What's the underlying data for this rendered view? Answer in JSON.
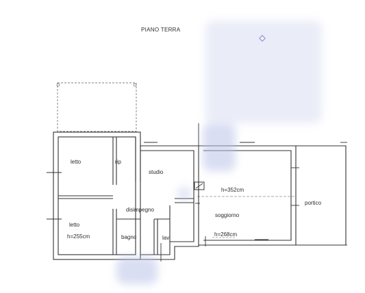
{
  "title": "PIANO  TERRA",
  "rooms": {
    "letto_top": "letto",
    "rip": "rip",
    "studio": "studio",
    "disimpegno": "disimpegno",
    "letto_bottom": "letto",
    "height_letto": "h=255cm",
    "bagno": "bagno",
    "lav": "lav",
    "soggiorno": "soggiorno",
    "height_soggiorno_top": "h=352cm",
    "height_soggiorno_bottom": "h=268cm",
    "portico": "portico"
  },
  "colors": {
    "wall": "#303030",
    "dash": "#555555",
    "watermark": "#b9c3e8"
  }
}
